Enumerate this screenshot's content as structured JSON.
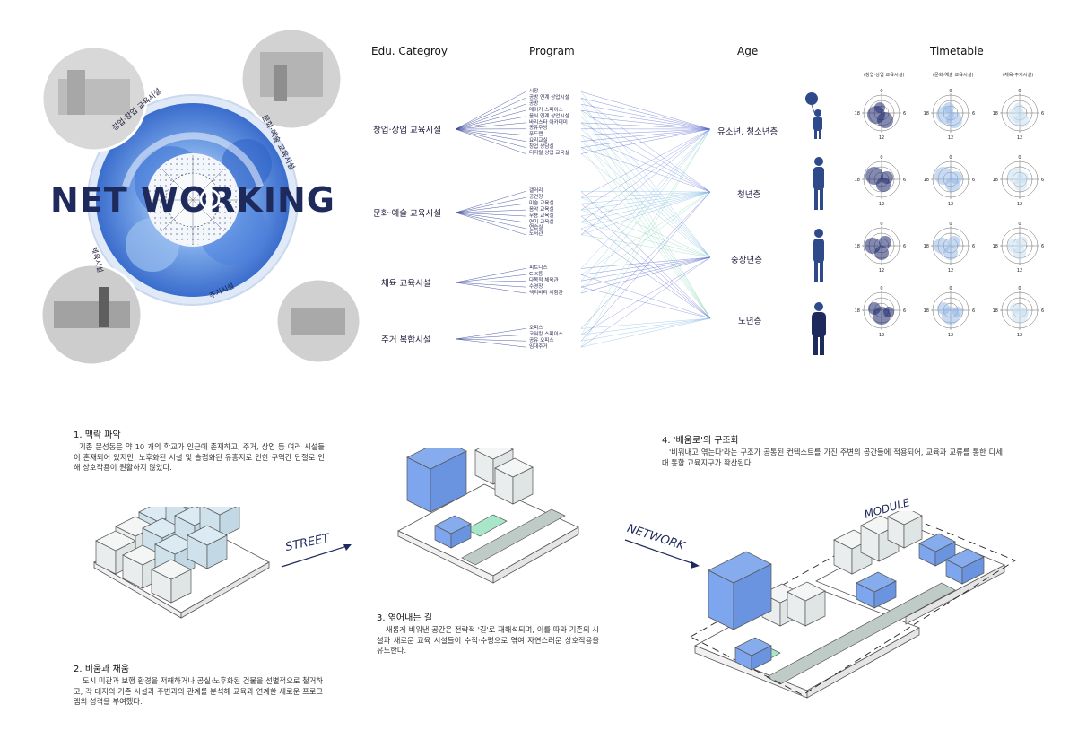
{
  "hero": {
    "title": "NET WORKING",
    "ring_labels": [
      "창업·창업 교육시설",
      "문화·예술 교육시설",
      "체육시설",
      "주거시설"
    ]
  },
  "headers": {
    "edu_category": "Edu. Categroy",
    "program": "Program",
    "age": "Age",
    "timetable": "Timetable"
  },
  "categories": [
    {
      "label": "창업·상업 교육시설",
      "programs": [
        "시장",
        "공방 연계 상업시설",
        "공방",
        "메이커 스페이스",
        "음식 연계 상업시설",
        "바리스타 아카데미",
        "공유주방",
        "푸드랩",
        "요리교실",
        "창업 상담실",
        "디지털 상업 교육실"
      ]
    },
    {
      "label": "문화·예술 교육시설",
      "programs": [
        "갤러리",
        "공연장",
        "미술 교육실",
        "음악 교육실",
        "무용 교육실",
        "연기 교육실",
        "연습실",
        "도서관"
      ]
    },
    {
      "label": "체육 교육시설",
      "programs": [
        "피트니스",
        "G.X룸",
        "다목적 체육관",
        "수영장",
        "액티비티 체험관"
      ]
    },
    {
      "label": "주거 복합시설",
      "programs": [
        "오피스",
        "코워킹 스페이스",
        "공유 오피스",
        "임대주거"
      ]
    }
  ],
  "ages": [
    "유소년, 청소년층",
    "청년층",
    "중장년층",
    "노년층"
  ],
  "timetable": {
    "columns": [
      "(창업·상업 교육시설)",
      "(문화·예술 교육시설)",
      "(체육·주거시설)"
    ],
    "hours": [
      "0",
      "6",
      "12",
      "18"
    ]
  },
  "sections": [
    {
      "title": "1. 맥락 파악",
      "body": "기존 문성동은 약 10 개의 학교가 인근에 존재하고, 주거, 상업 등 여러 시설들이 혼재되어 있지만, 노후화된 시설 및 슬럼화된 유흥지로 인한 구역간 단절로 인해 상호작용이 원활하지 않았다."
    },
    {
      "title": "2. 비움과 채움",
      "body": "도시 미관과 보행 환경을 저해하거나 공실·노후화된 건물을 선별적으로 철거하고, 각 대지의 기존 시설과 주변과의 관계를 분석해 교육과 연계한 새로운 프로그램의 성격을 부여했다."
    },
    {
      "title": "3. 엮어내는 길",
      "body": "새롭게 비워낸 공간은 전략적 '길'로 재해석되며, 이를 따라 기존의 시설과 새로운 교육 시설들이 수직·수평으로 엮여 자연스러운 상호작용을 유도한다."
    },
    {
      "title": "4. '배움로'의 구조화",
      "body": "'비워내고 엮는다'라는 구조가 공통된 컨텍스트를 가진 주변의 공간들에 적용되어, 교육과 교류를 통한 다세대 통합 교육지구가 확산된다."
    }
  ],
  "arrows": {
    "street": "STREET",
    "network": "NETWORK",
    "module": "MODULE"
  },
  "colors": {
    "navy": "#1f2a5c",
    "blue": "#7da6ee",
    "light_blue": "#cfe4ef",
    "mint": "#a8e6c9"
  }
}
